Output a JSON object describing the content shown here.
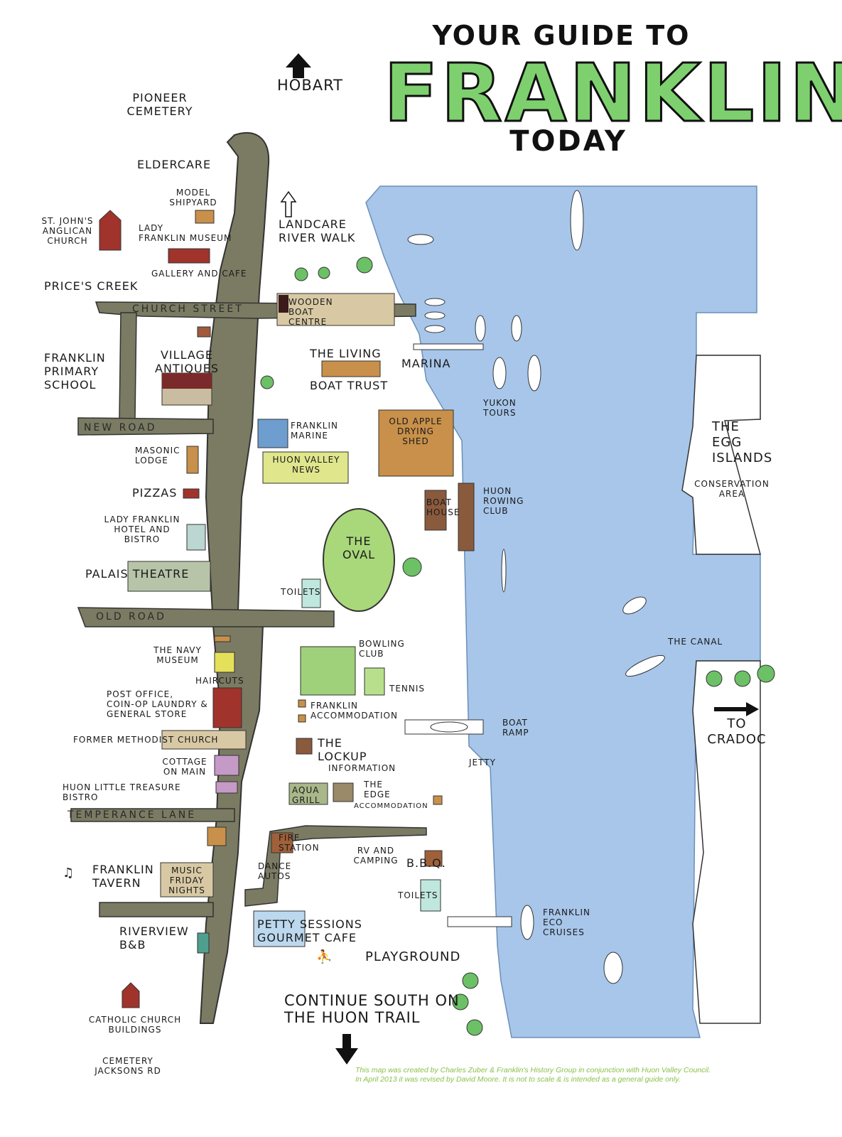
{
  "title": {
    "top": "YOUR GUIDE TO",
    "main": "FRANKLIN",
    "bottom": "TODAY"
  },
  "colors": {
    "river": "#a7c6ea",
    "road": "#7b7b63",
    "title_green": "#7ed06f",
    "building_brown": "#c8904a",
    "building_red": "#a0332b",
    "building_green": "#dfe68b",
    "building_pale": "#d8c9a4",
    "credit_green": "#8ac24a"
  },
  "directions": {
    "hobart": "HOBART",
    "pioneer_cemetery": "PIONEER\nCEMETERY",
    "continue_south": "CONTINUE SOUTH ON\nTHE HUON TRAIL",
    "to_cradoc": "TO\nCRADOC",
    "cemetery_jacksons": "CEMETERY\nJACKSONS RD"
  },
  "roads": {
    "church_street": "CHURCH STREET",
    "new_road": "NEW ROAD",
    "old_road": "OLD ROAD",
    "temperance_lane": "TEMPERANCE LANE",
    "prices_creek": "PRICE'S CREEK"
  },
  "west_places": {
    "eldercare": "ELDERCARE",
    "model_shipyard": "MODEL\nSHIPYARD",
    "st_johns": "ST. JOHN'S\nANGLICAN\nCHURCH",
    "lady_franklin_museum": "LADY\nFRANKLIN MUSEUM",
    "gallery_cafe": "GALLERY AND CAFE",
    "primary_school": "FRANKLIN\nPRIMARY\nSCHOOL",
    "village_antiques": "VILLAGE\nANTIQUES",
    "masonic_lodge": "MASONIC\nLODGE",
    "pizzas": "PIZZAS",
    "lady_franklin_hotel": "LADY FRANKLIN\nHOTEL AND\nBISTRO",
    "palais_theatre": "PALAIS THEATRE",
    "navy_museum": "THE NAVY\nMUSEUM",
    "haircuts": "HAIRCUTS",
    "post_office": "POST OFFICE,\nCOIN-OP LAUNDRY &\nGENERAL STORE",
    "former_methodist": "FORMER METHODIST CHURCH",
    "cottage_on_main": "COTTAGE\nON MAIN",
    "huon_little_treasure": "HUON LITTLE TREASURE\nBISTRO",
    "franklin_tavern": "FRANKLIN\nTAVERN",
    "music_friday": "MUSIC\nFRIDAY\nNIGHTS",
    "riverview": "RIVERVIEW\nB&B",
    "catholic_church": "CATHOLIC CHURCH\nBUILDINGS"
  },
  "east_places": {
    "landcare": "LANDCARE\nRIVER WALK",
    "wooden_boat": "WOODEN\nBOAT\nCENTRE",
    "living_boat_trust_a": "THE LIVING",
    "living_boat_trust_b": "BOAT TRUST",
    "marina": "MARINA",
    "franklin_marine": "FRANKLIN\nMARINE",
    "huon_valley_news": "HUON VALLEY\nNEWS",
    "apple_shed": "OLD APPLE\nDRYING\nSHED",
    "yukon_tours": "YUKON\nTOURS",
    "boat_house": "BOAT\nHOUSE",
    "rowing_club": "HUON\nROWING\nCLUB",
    "the_oval": "THE\nOVAL",
    "toilets_1": "TOILETS",
    "bowling_club": "BOWLING\nCLUB",
    "tennis": "TENNIS",
    "franklin_accommodation": "FRANKLIN\nACCOMMODATION",
    "the_lockup": "THE\nLOCKUP",
    "information": "INFORMATION",
    "aqua_grill": "AQUA\nGRILL",
    "the_edge": "THE\nEDGE",
    "edge_accommodation": "ACCOMMODATION",
    "boat_ramp": "BOAT\nRAMP",
    "jetty": "JETTY",
    "fire_station": "FIRE\nSTATION",
    "rv_camping": "RV AND\nCAMPING",
    "bbq": "B.B.Q.",
    "dance_autos": "DANCE\nAUTOS",
    "toilets_2": "TOILETS",
    "petty_sessions": "PETTY SESSIONS\nGOURMET CAFE",
    "playground": "PLAYGROUND",
    "eco_cruises": "FRANKLIN\nECO\nCRUISES",
    "egg_islands": "THE\nEGG\nISLANDS",
    "conservation": "CONSERVATION\nAREA",
    "the_canal": "THE CANAL"
  },
  "credit": {
    "line1": "This map was created by Charles Zuber & Franklin's History Group in conjunction with Huon Valley Council.",
    "line2": "In April 2013 it was revised by David Moore. It is not to scale & is intended as a general guide only."
  }
}
